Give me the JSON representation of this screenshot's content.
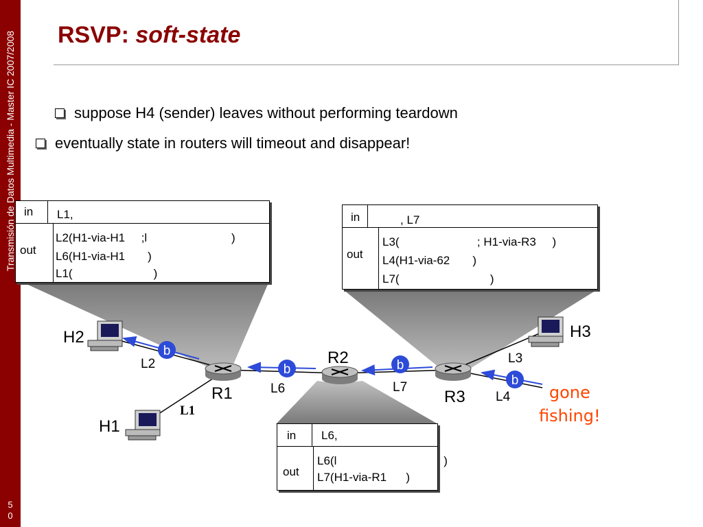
{
  "sidebar": {
    "text": "Transmisión de Datos Multimedia - Master IC 2007/2008",
    "page_number": "50"
  },
  "title": {
    "main": "RSVP: ",
    "italic": "soft-state"
  },
  "bullets": [
    "suppose H4 (sender) leaves without performing teardown",
    "eventually state in routers will timeout and disappear!"
  ],
  "tables": {
    "r1": {
      "in_label": "in",
      "in_value": "L1,",
      "out_label": "out",
      "out_rows": [
        "L2(H1-via-H1     ;l                          )",
        "L6(H1-via-H1       )",
        "L1(                         )"
      ]
    },
    "r3": {
      "in_label": "in",
      "in_value": ", L7",
      "out_label": "out",
      "out_rows": [
        "L3(                        ; H1-via-R3     )",
        "L4(H1-via-62       )",
        "L7(                            )"
      ]
    },
    "r2": {
      "in_label": "in",
      "in_value": "L6,",
      "out_label": "out",
      "out_rows": [
        "L6(l                                 )",
        "L7(H1-via-R1      )"
      ]
    }
  },
  "network": {
    "hosts": {
      "h1": "H1",
      "h2": "H2",
      "h3": "H3"
    },
    "routers": {
      "r1": "R1",
      "r2": "R2",
      "r3": "R3"
    },
    "links": {
      "l1": "L1",
      "l2": "L2",
      "l3": "L3",
      "l4": "L4",
      "l6": "L6",
      "l7": "L7"
    },
    "message_label": "b",
    "annotation": [
      "gone",
      "fishing!"
    ]
  },
  "colors": {
    "accent": "#8b0000",
    "message": "#2d4bd8",
    "annotation": "#ff4500"
  }
}
